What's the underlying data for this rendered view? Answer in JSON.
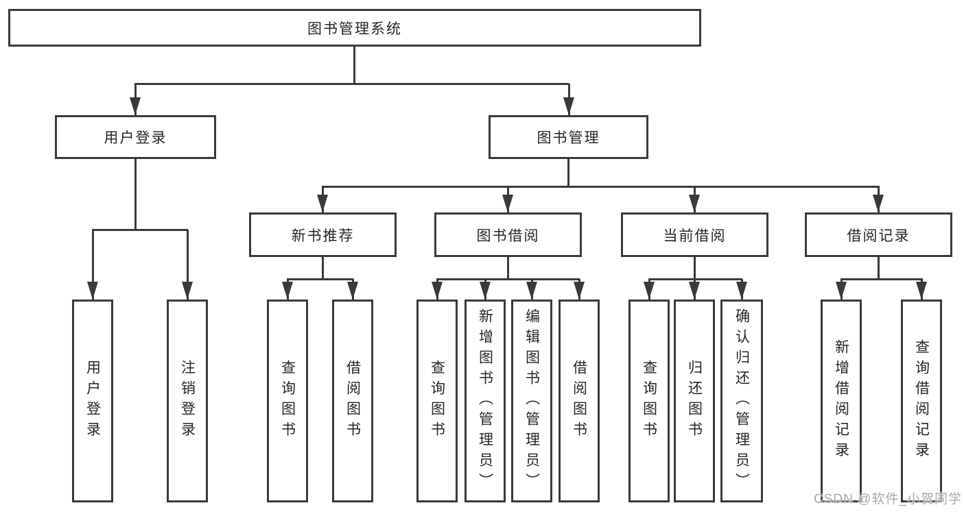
{
  "tree": {
    "label": "图书管理系统",
    "children": [
      {
        "label": "用户登录",
        "children": [
          {
            "label": "用户登录"
          },
          {
            "label": "注销登录"
          }
        ]
      },
      {
        "label": "图书管理",
        "children": [
          {
            "label": "新书推荐",
            "children": [
              {
                "label": "查询图书"
              },
              {
                "label": "借阅图书"
              }
            ]
          },
          {
            "label": "图书借阅",
            "children": [
              {
                "label": "查询图书"
              },
              {
                "label": "新增图书（管理员）"
              },
              {
                "label": "编辑图书（管理员）"
              },
              {
                "label": "借阅图书"
              }
            ]
          },
          {
            "label": "当前借阅",
            "children": [
              {
                "label": "查询图书"
              },
              {
                "label": "归还图书"
              },
              {
                "label": "确认归还（管理员）"
              }
            ]
          },
          {
            "label": "借阅记录",
            "children": [
              {
                "label": "新增借阅记录"
              },
              {
                "label": "查询借阅记录"
              }
            ]
          }
        ]
      }
    ]
  },
  "watermark": {
    "text": "CSDN @软件_小贺同学"
  },
  "colors": {
    "line": "#3a3a3a",
    "text": "#262626",
    "watermark": "#a8a8a8",
    "background": "#ffffff"
  }
}
